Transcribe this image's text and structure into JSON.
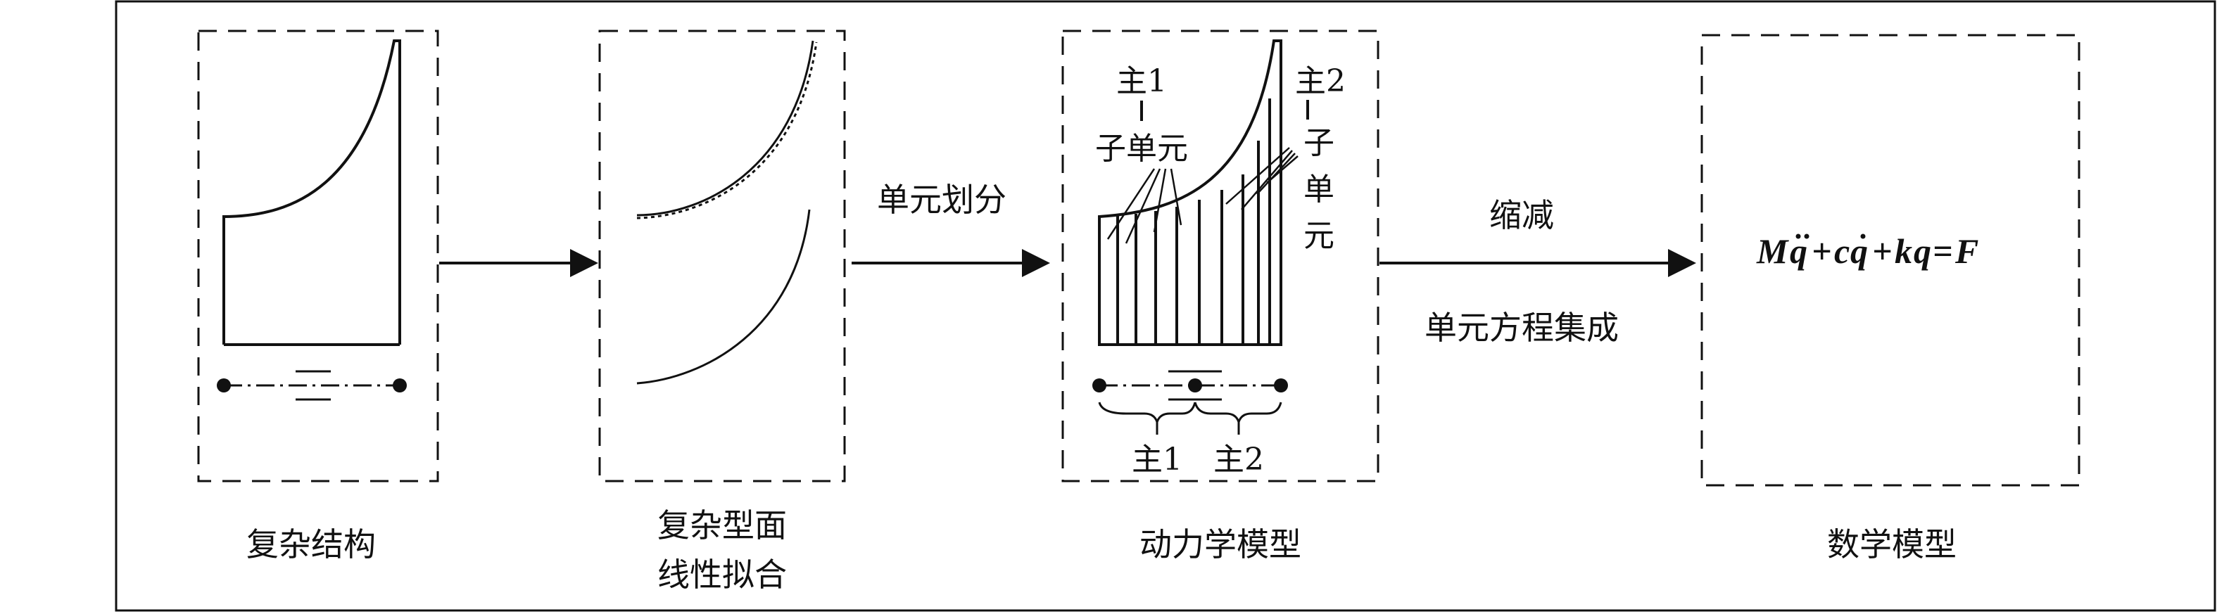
{
  "stages": [
    {
      "caption_lines": [
        "复杂结构"
      ]
    },
    {
      "caption_lines": [
        "复杂型面",
        "线性拟合"
      ]
    },
    {
      "caption_lines": [
        "动力学模型"
      ]
    },
    {
      "caption_lines": [
        "数学模型"
      ]
    }
  ],
  "arrows": {
    "a2_above": "单元划分",
    "a3_above": "缩减",
    "a3_below": "单元方程集成"
  },
  "dynamic_model": {
    "master1_top": "主1",
    "master2_top": "主2",
    "sub_unit_left": "子单元",
    "sub_unit_right_chars": [
      "子",
      "单",
      "元"
    ],
    "master1_bottom": "主1",
    "master2_bottom": "主2"
  },
  "equation": {
    "M": "M",
    "q": "q",
    "c": "c",
    "k": "k",
    "F": "F",
    "plus": "+",
    "equals": "="
  },
  "colors": {
    "stroke": "#111111",
    "background": "#ffffff"
  }
}
